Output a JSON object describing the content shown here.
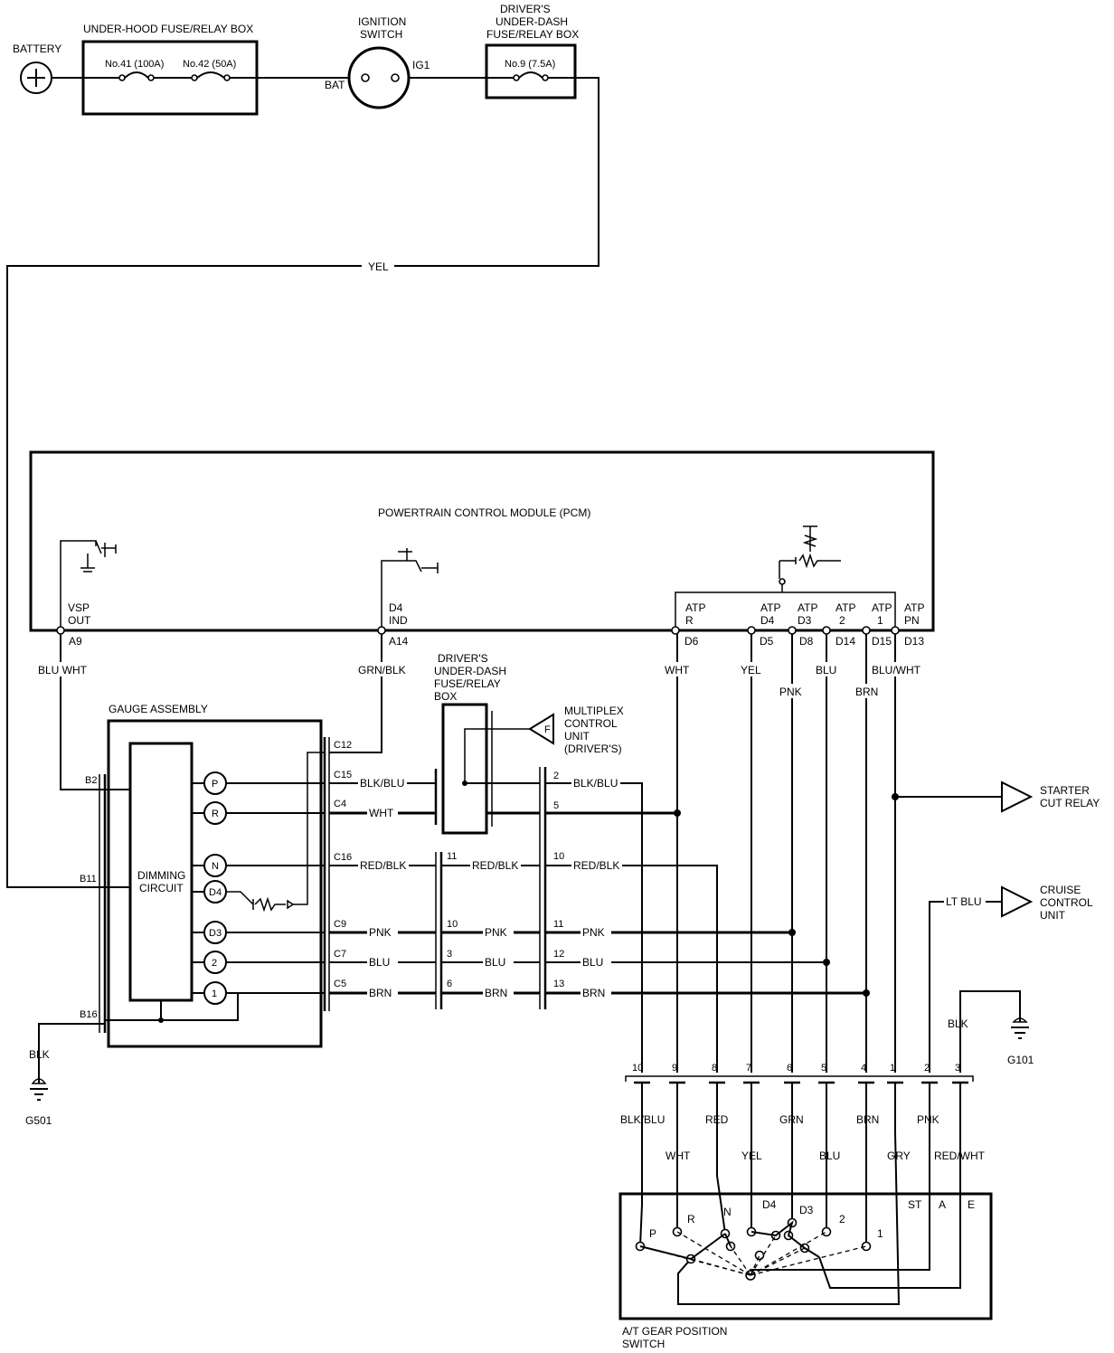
{
  "top": {
    "battery": "BATTERY",
    "underhood_title": "UNDER-HOOD FUSE/RELAY BOX",
    "fuse41": "No.41 (100A)",
    "fuse42": "No.42 (50A)",
    "ign_title_1": "IGNITION",
    "ign_title_2": "SWITCH",
    "bat": "BAT",
    "ig1": "IG1",
    "dud_title_1": "DRIVER'S",
    "dud_title_2": "UNDER-DASH",
    "dud_title_3": "FUSE/RELAY BOX",
    "fuse9": "No.9 (7.5A)",
    "yel": "YEL"
  },
  "pcm": {
    "title": "POWERTRAIN CONTROL MODULE (PCM)",
    "vsp_1": "VSP",
    "vsp_2": "OUT",
    "a9": "A9",
    "d4ind_1": "D4",
    "d4ind_2": "IND",
    "a14": "A14",
    "atpr_1": "ATP",
    "atpr_2": "R",
    "d6": "D6",
    "atpd4_1": "ATP",
    "atpd4_2": "D4",
    "d5": "D5",
    "atpd3_1": "ATP",
    "atpd3_2": "D3",
    "d8": "D8",
    "atp2_1": "ATP",
    "atp2_2": "2",
    "d14": "D14",
    "atp1_1": "ATP",
    "atp1_2": "1",
    "d15": "D15",
    "atppn_1": "ATP",
    "atppn_2": "PN",
    "d13": "D13"
  },
  "wires": {
    "blu_wht": "BLU WHT",
    "grn_blk": "GRN/BLK",
    "wht": "WHT",
    "yel": "YEL",
    "pnk": "PNK",
    "blu": "BLU",
    "brn": "BRN",
    "blu_wht_right": "BLU/WHT",
    "blk_blu": "BLK/BLU",
    "red_blk": "RED/BLK",
    "lt_blu": "LT BLU",
    "blk": "BLK",
    "red": "RED",
    "grn": "GRN",
    "gry": "GRY",
    "red_wht": "RED/WHT"
  },
  "gauge": {
    "title": "GAUGE ASSEMBLY",
    "dimming_1": "DIMMING",
    "dimming_2": "CIRCUIT",
    "p": "P",
    "r": "R",
    "n": "N",
    "d4": "D4",
    "d3": "D3",
    "two": "2",
    "one": "1",
    "c12": "C12",
    "c15": "C15",
    "c4": "C4",
    "c16": "C16",
    "c9": "C9",
    "c7": "C7",
    "c5": "C5",
    "b2": "B2",
    "b11": "B11",
    "b16": "B16"
  },
  "mid": {
    "dud_1": "DRIVER'S",
    "dud_2": "UNDER-DASH",
    "dud_3": "FUSE/RELAY",
    "dud_4": "BOX",
    "mux_1": "MULTIPLEX",
    "mux_2": "CONTROL",
    "mux_3": "UNIT",
    "mux_4": "(DRIVER'S)",
    "mux_pin": "F",
    "p2": "2",
    "p5": "5",
    "p11a": "11",
    "p10a": "10",
    "p10b": "10",
    "p11b": "11",
    "p3": "3",
    "p12": "12",
    "p6": "6",
    "p13": "13"
  },
  "right": {
    "starter_1": "STARTER",
    "starter_2": "CUT RELAY",
    "cruise_1": "CRUISE",
    "cruise_2": "CONTROL",
    "cruise_3": "UNIT",
    "g101": "G101",
    "g501": "G501"
  },
  "connector": {
    "pins": [
      "10",
      "9",
      "8",
      "7",
      "6",
      "5",
      "4",
      "1",
      "2",
      "3"
    ]
  },
  "switch": {
    "title_1": "A/T GEAR POSITION",
    "title_2": "SWITCH",
    "p": "P",
    "r": "R",
    "n": "N",
    "d4": "D4",
    "d3": "D3",
    "two": "2",
    "one": "1",
    "st": "ST",
    "a": "A",
    "e": "E"
  }
}
